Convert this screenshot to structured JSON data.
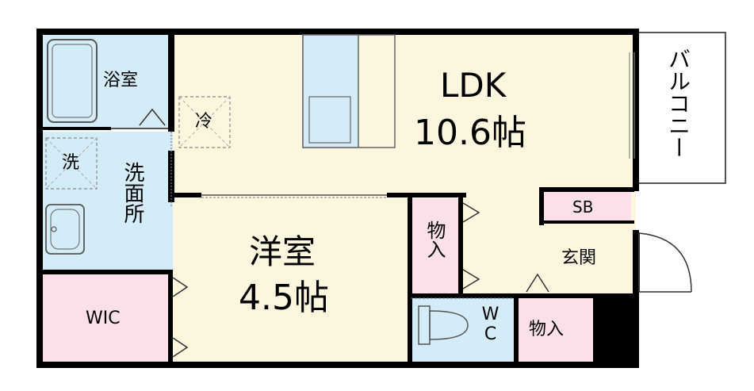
{
  "rooms": {
    "ldk": {
      "name": "LDK",
      "size": "10.6帖"
    },
    "western": {
      "name": "洋室",
      "size": "4.5帖"
    },
    "bath": {
      "name": "浴室"
    },
    "washroom": {
      "name": "洗面所"
    },
    "wic": {
      "name": "WIC"
    },
    "storage1": {
      "name": "物入"
    },
    "storage2": {
      "name": "物入"
    },
    "toilet": {
      "name": "WC"
    },
    "entrance": {
      "name": "玄関"
    },
    "shoebox": {
      "name": "SB"
    },
    "balcony": {
      "name": "バルコニー"
    }
  },
  "fixtures": {
    "fridge": "冷",
    "washer": "洗"
  },
  "colors": {
    "ldk_floor": "#fdf6de",
    "wet_area": "#d4ecf7",
    "storage": "#fbe0ea",
    "wall": "#000000",
    "balcony": "#ffffff"
  }
}
